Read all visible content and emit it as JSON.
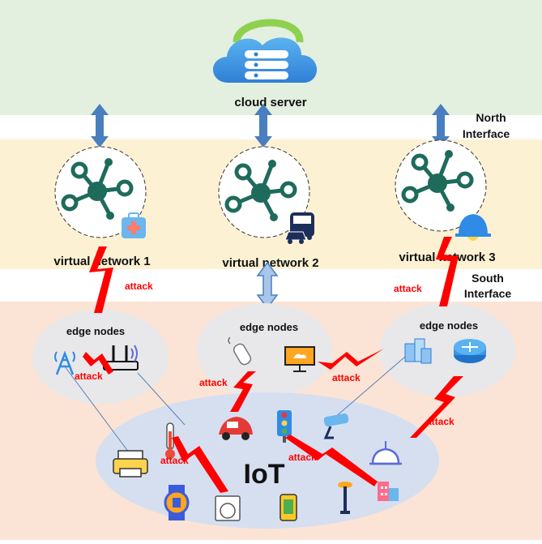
{
  "cloud": {
    "label": "cloud server"
  },
  "interfaces": {
    "north_line1": "North",
    "north_line2": "Interface",
    "south_line1": "South",
    "south_line2": "Interface"
  },
  "virtual_networks": [
    {
      "label": "virtual network 1",
      "badge_icon": "medical-kit-icon"
    },
    {
      "label": "virtual network 2",
      "badge_icon": "bus-car-icon"
    },
    {
      "label": "virtual network 3",
      "badge_icon": "bell-lamp-icon"
    }
  ],
  "edge_nodes": [
    {
      "label": "edge nodes"
    },
    {
      "label": "edge nodes"
    },
    {
      "label": "edge nodes"
    }
  ],
  "iot": {
    "label": "IoT"
  },
  "attack_label": "attack",
  "colors": {
    "top_band": "#e3efdf",
    "mid_band": "#fdf1d3",
    "bottom_band": "#fbe4d5",
    "arrow": "#4a7fbf",
    "attack": "#ff0000",
    "hub": "#1e6b5c",
    "ellipse": "#e8e8ea",
    "iot_ellipse": "#d6dff0"
  }
}
